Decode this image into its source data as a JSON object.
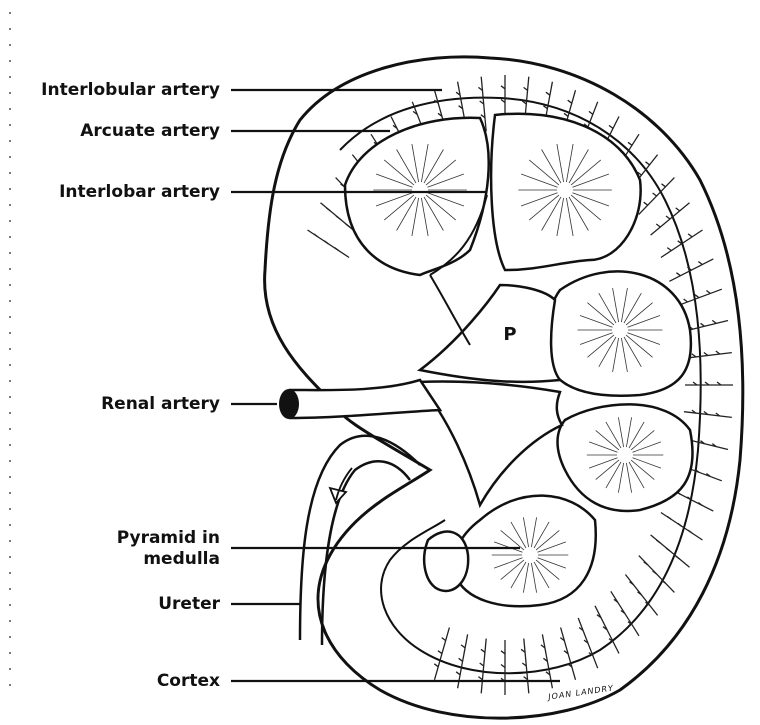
{
  "labels": {
    "interlobular_artery": "Interlobular artery",
    "arcuate_artery": "Arcuate artery",
    "interlobar_artery": "Interlobar artery",
    "renal_artery": "Renal artery",
    "pyramid_line1": "Pyramid in",
    "pyramid_line2": "medulla",
    "ureter": "Ureter",
    "cortex": "Cortex"
  },
  "pelvis_label": "P",
  "signature": "JOAN LANDRY"
}
